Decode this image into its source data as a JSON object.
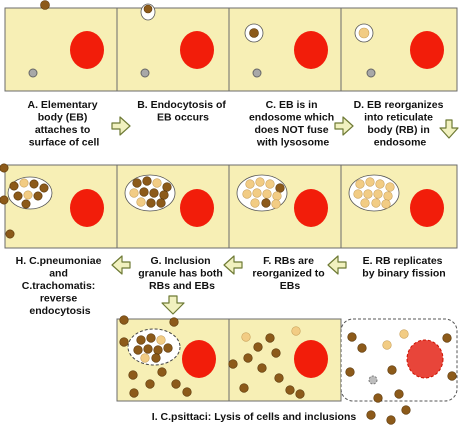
{
  "colors": {
    "cell_fill": "#f7efb5",
    "cell_border": "#6b6b6b",
    "nucleus": "#f21d0a",
    "eb": "#8c5a1a",
    "rb": "#f2cc84",
    "inclusion_fill": "#ffffff",
    "arrow_fill": "#f1f1bf",
    "arrow_stroke": "#6e7a35",
    "ghost_nucleus": "#e8453a",
    "text": "#111111"
  },
  "steps": {
    "a": [
      "A. Elementary",
      "body (EB)",
      "attaches to",
      "surface of cell"
    ],
    "b": [
      "B. Endocytosis of",
      "EB occurs"
    ],
    "c": [
      "C. EB is in",
      "endosome which",
      "does NOT fuse",
      "with lysosome"
    ],
    "d": [
      "D. EB reorganizes",
      "into reticulate",
      "body (RB) in",
      "endosome"
    ],
    "e": [
      "E. RB replicates",
      "by binary fission"
    ],
    "f": [
      "F. RBs  are",
      "reorganized to",
      "EBs"
    ],
    "g": [
      "G. Inclusion",
      "granule has both",
      "RBs and EBs"
    ],
    "h": [
      "H. C.pneumoniae",
      "and",
      "C.trachomatis:",
      "reverse",
      "endocytosis"
    ],
    "i": [
      "I. C.psittaci: Lysis of cells and inclusions"
    ]
  }
}
